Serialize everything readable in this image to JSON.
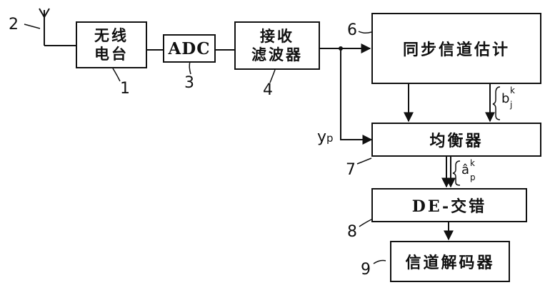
{
  "blocks": {
    "radio": {
      "line1": "无线",
      "line2": "电台",
      "number": "1"
    },
    "adc": {
      "label": "ADC",
      "number": "3"
    },
    "receive_filter": {
      "line1": "接收",
      "line2": "滤波器",
      "number": "4"
    },
    "sync_channel_estimation": {
      "label": "同步信道估计",
      "number": "6"
    },
    "equalizer": {
      "label": "均衡器",
      "number": "7"
    },
    "deinterleaver": {
      "label": "DE-交错",
      "number": "8"
    },
    "channel_decoder": {
      "label": "信道解码器",
      "number": "9"
    }
  },
  "antenna": {
    "number": "2"
  },
  "signals": {
    "pilot": {
      "base": "y",
      "sub": "p"
    },
    "channel_coeff": {
      "base": "b",
      "sup": "k",
      "sub": "j"
    },
    "detected_symbols": {
      "base": "â",
      "sup": "k",
      "sub": "p"
    }
  }
}
